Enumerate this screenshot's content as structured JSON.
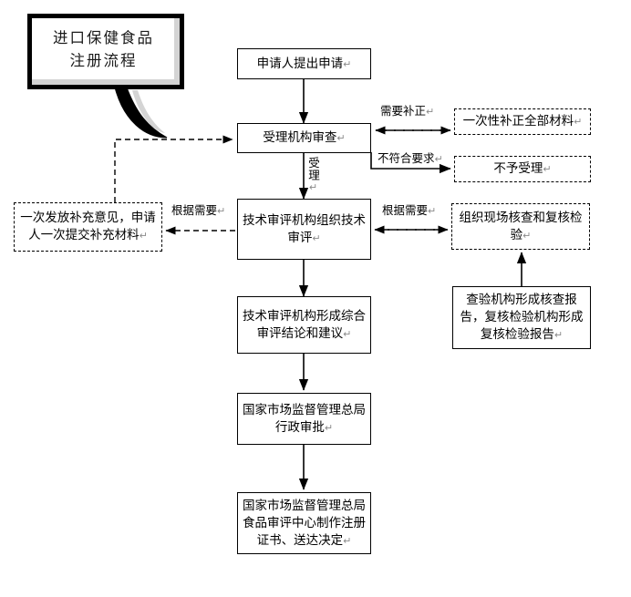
{
  "title_callout": {
    "line1": "进口保健食品",
    "line2": "注册流程"
  },
  "nodes": {
    "applicant_submit": {
      "label": "申请人提出申请",
      "style": "solid"
    },
    "accepting_review": {
      "label": "受理机构审查",
      "style": "solid"
    },
    "supplement_all_materials": {
      "label": "一次性补正全部材料",
      "style": "dashed"
    },
    "not_accepted": {
      "label": "不予受理",
      "style": "dashed"
    },
    "supplement_opinion": {
      "label": "一次发放补充意见，申请人一次提交补充材料",
      "style": "dashed"
    },
    "technical_review_org": {
      "label": "技术审评机构组织技术审评",
      "style": "solid"
    },
    "onsite_inspection": {
      "label": "组织现场核查和复核检验",
      "style": "dashed"
    },
    "inspection_report": {
      "label": "查验机构形成核查报告，复核检验机构形成复核检验报告",
      "style": "solid"
    },
    "comprehensive_conclusion": {
      "label": "技术审评机构形成综合审评结论和建议",
      "style": "solid"
    },
    "administrative_approval": {
      "label": "国家市场监督管理总局行政审批",
      "style": "solid"
    },
    "issue_certificate": {
      "label": "国家市场监督管理总局食品审评中心制作注册证书、送达决定",
      "style": "solid"
    }
  },
  "edge_labels": {
    "need_supplement": "需要补正",
    "not_conform": "不符合要求",
    "accepted": "受理",
    "as_needed_left": "根据需要",
    "as_needed_right": "根据需要"
  },
  "colors": {
    "line": "#000000",
    "text": "#000000",
    "pilcrow": "#8a8a8a",
    "callout_shadow": "#d4d4d4",
    "background": "#ffffff"
  },
  "pilcrow_glyph": "↵"
}
